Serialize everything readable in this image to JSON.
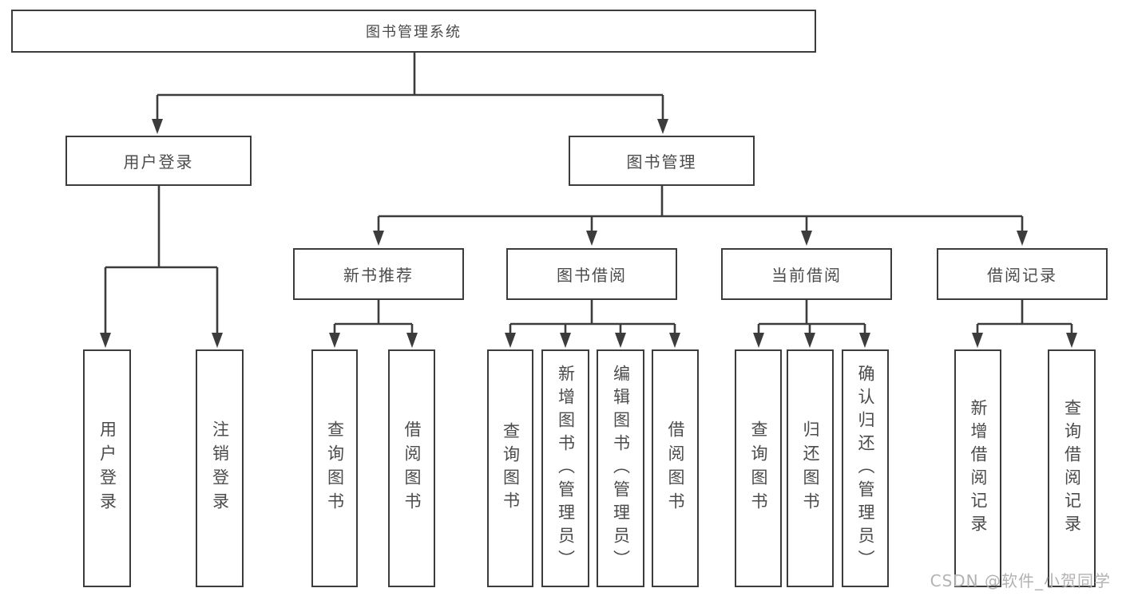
{
  "diagram": {
    "title": "图书管理系统",
    "colors": {
      "line": "#3c3c3c",
      "box_border": "#3c3c3c",
      "text": "#4b4b4b",
      "watermark": "#b3b1b1",
      "background": "#ffffff"
    },
    "nodes": {
      "root": "图书管理系统",
      "user_login": "用户登录",
      "book_mgmt": "图书管理",
      "new_book_rec": "新书推荐",
      "book_borrow": "图书借阅",
      "current_borrow": "当前借阅",
      "borrow_record": "借阅记录",
      "leaf_user_login": "用户登录",
      "leaf_logout": "注销登录",
      "leaf_query_1": "查询图书",
      "leaf_borrow_1": "借阅图书",
      "leaf_query_2": "查询图书",
      "leaf_add_book": "新增图书（管理员）",
      "leaf_edit_book": "编辑图书（管理员）",
      "leaf_borrow_2": "借阅图书",
      "leaf_query_3": "查询图书",
      "leaf_return": "归还图书",
      "leaf_confirm_return": "确认归还（管理员）",
      "leaf_add_record": "新增借阅记录",
      "leaf_query_record": "查询借阅记录"
    },
    "hierarchy": {
      "图书管理系统": {
        "用户登录": [
          "用户登录",
          "注销登录"
        ],
        "图书管理": {
          "新书推荐": [
            "查询图书",
            "借阅图书"
          ],
          "图书借阅": [
            "查询图书",
            "新增图书（管理员）",
            "编辑图书（管理员）",
            "借阅图书"
          ],
          "当前借阅": [
            "查询图书",
            "归还图书",
            "确认归还（管理员）"
          ],
          "借阅记录": [
            "新增借阅记录",
            "查询借阅记录"
          ]
        }
      }
    },
    "watermark": "CSDN @软件_小贺同学"
  }
}
